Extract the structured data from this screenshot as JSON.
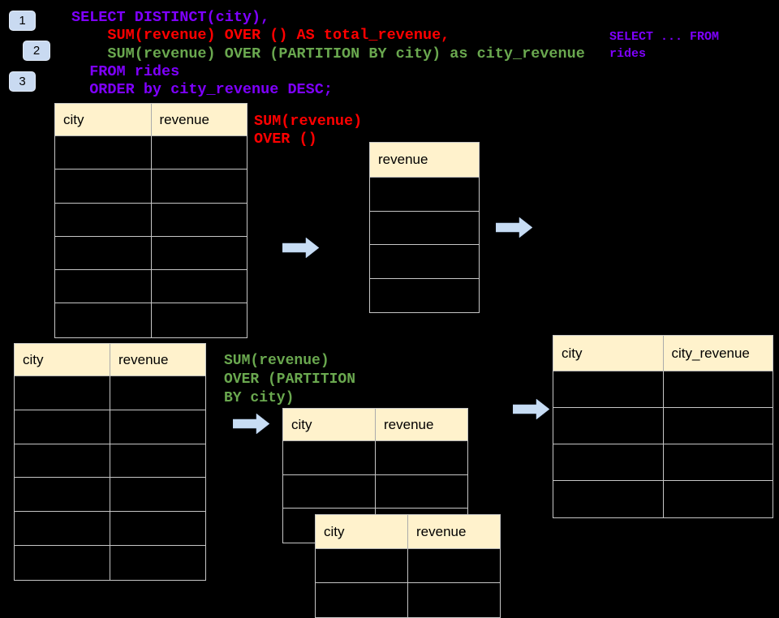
{
  "colors": {
    "background": "#000000",
    "purple": "#7F00FF",
    "red": "#FF0000",
    "green": "#6AA84F",
    "table_header_fill": "#FFF2CC",
    "table_border": "#C6C6C6",
    "badge_fill": "#C9DAF1",
    "arrow_fill": "#C8DDF4"
  },
  "badges": {
    "one": "1",
    "two": "2",
    "three": "3"
  },
  "sql_code": {
    "lines": [
      {
        "text": "SELECT DISTINCT(city),",
        "color": "purple"
      },
      {
        "text": "    SUM(revenue) OVER () AS total_revenue,",
        "color": "red"
      },
      {
        "text": "    SUM(revenue) OVER (PARTITION BY city) as city_revenue",
        "color": "green"
      },
      {
        "text": "  FROM rides",
        "color": "purple"
      },
      {
        "text": "  ORDER by city_revenue DESC;",
        "color": "purple"
      }
    ]
  },
  "annotations": {
    "select_from": {
      "lines": [
        {
          "text": "SELECT ... FROM",
          "color": "purple"
        },
        {
          "text": "rides",
          "color": "purple"
        }
      ]
    },
    "sum_over_total": {
      "lines": [
        {
          "text": "SUM(revenue)",
          "color": "red"
        },
        {
          "text": "OVER ()",
          "color": "red"
        }
      ]
    },
    "sum_over_partition": {
      "lines": [
        {
          "text": "SUM(revenue)",
          "color": "green"
        },
        {
          "text": "OVER (PARTITION",
          "color": "green"
        },
        {
          "text": "BY city)",
          "color": "green"
        }
      ]
    }
  },
  "tables": {
    "source_rows_total": {
      "columns": [
        "city",
        "revenue"
      ],
      "row_count": 6
    },
    "total_revenue_column": {
      "columns": [
        "revenue"
      ],
      "row_count": 4
    },
    "source_rows_partition": {
      "columns": [
        "city",
        "revenue"
      ],
      "row_count": 6
    },
    "partition_group_a": {
      "columns": [
        "city",
        "revenue"
      ],
      "row_count": 3
    },
    "partition_group_b": {
      "columns": [
        "city",
        "revenue"
      ],
      "row_count": 2
    },
    "result_city_revenue": {
      "columns": [
        "city",
        "city_revenue"
      ],
      "row_count": 4
    }
  }
}
